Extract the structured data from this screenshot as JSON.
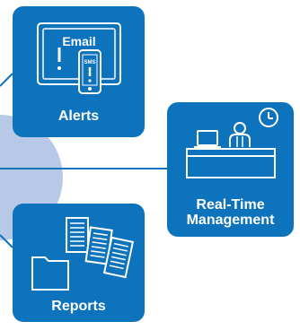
{
  "colors": {
    "tile": "#0d73bd",
    "line": "#0d73bd",
    "hub": "#b8c9e8",
    "icon_stroke": "#ffffff"
  },
  "alerts": {
    "label": "Alerts",
    "email_text": "Email",
    "sms_text": "SMS",
    "icon": "email-sms-alert-icon"
  },
  "realtime": {
    "label_line1": "Real-Time",
    "label_line2": "Management",
    "icon": "desk-person-clock-icon"
  },
  "reports": {
    "label": "Reports",
    "icon": "folder-documents-icon"
  }
}
